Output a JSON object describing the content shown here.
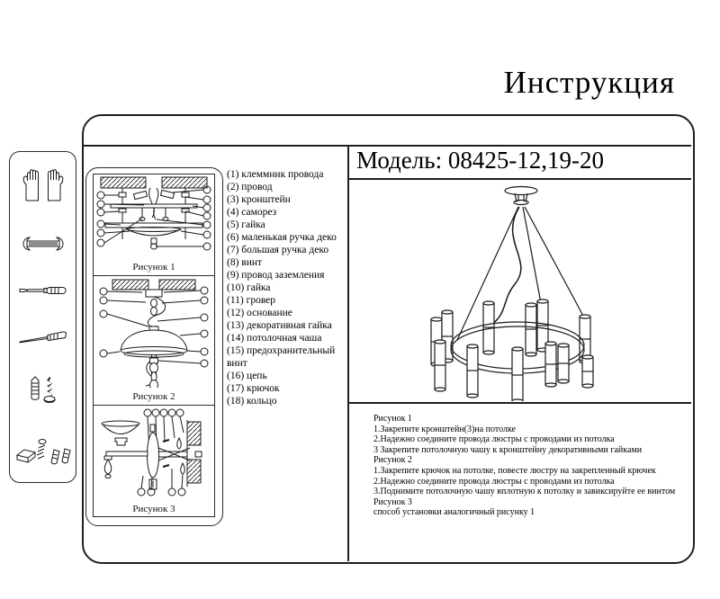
{
  "title": "Инструкция",
  "model_header": "Модель: 08425-12,19-20",
  "tool_panel": {
    "icons": [
      "gloves",
      "wrench",
      "screwdriver",
      "awl",
      "anchor-and-screw",
      "hardware-parts"
    ]
  },
  "parts_list": {
    "items": [
      "(1) клеммник провода",
      "(2) провод",
      "(3) кронштейн",
      "(4) саморез",
      "(5) гайка",
      "(6) маленькая ручка деко",
      "(7) большая ручка деко",
      "(8) винт",
      "(9) провод заземления",
      "(10) гайка",
      "(11) гровер",
      "(12) основание",
      "(13) декоративная гайка",
      "(14) потолочная чаша",
      "(15) предохранительный винт",
      "(16) цепь",
      "(17) крючок",
      "(18) кольцо"
    ]
  },
  "figures": [
    {
      "caption": "Рисунок 1"
    },
    {
      "caption": "Рисунок 2"
    },
    {
      "caption": "Рисунок 3"
    }
  ],
  "instructions": {
    "lines": [
      "Рисунок 1",
      "1.Закрепите кронштейн(3)на потолке",
      "2.Надежно соедините провода люстры с проводами из потолка",
      "3 Закрепите потолочную чашу к кронштейну декоративными гайками",
      "Рисунок 2",
      "1.Закрепите крючок на потолке, повесте люстру на закрепленный крючек",
      "2.Надежно соедините провода люстры с проводами из потолка",
      "3.Поднимите потолочную чашу вплотную к потолку и завиксируйте ее винтом",
      "Рисунок 3",
      "способ установки аналогичный рисунку 1"
    ]
  },
  "colors": {
    "ink": "#1a1a1a",
    "background": "#ffffff"
  }
}
